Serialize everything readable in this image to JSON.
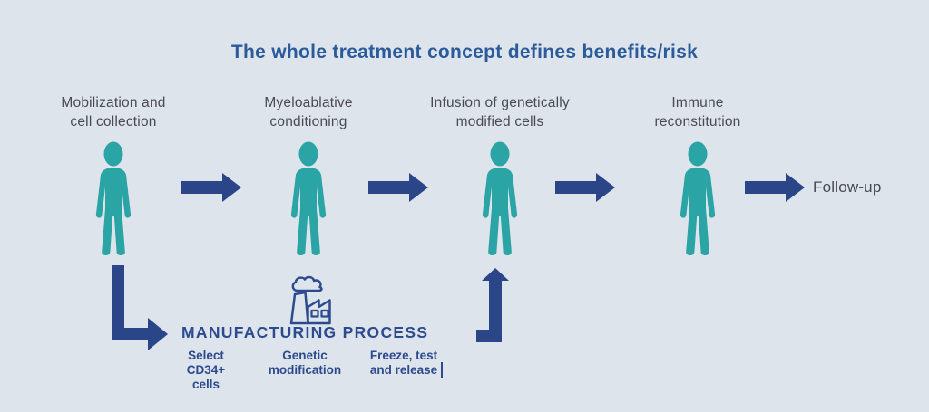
{
  "header": {
    "title": "The whole treatment concept defines benefits/risk"
  },
  "steps": [
    {
      "label": "Mobilization and\ncell collection"
    },
    {
      "label": "Myeloablative\nconditioning"
    },
    {
      "label": "Infusion of genetically\nmodified cells"
    },
    {
      "label": "Immune\nreconstitution"
    }
  ],
  "follow_up": {
    "label": "Follow-up"
  },
  "manufacturing": {
    "title": "MANUFACTURING PROCESS",
    "substeps": [
      {
        "label": "Select\nCD34+\ncells"
      },
      {
        "label": "Genetic\nmodification"
      },
      {
        "label": "Freeze, test\nand release"
      }
    ]
  },
  "icons": {
    "person": "person-icon",
    "factory": "factory-icon",
    "arrow_right": "arrow-right-icon",
    "arrow_down_right": "arrow-down-right-icon",
    "arrow_up": "arrow-up-icon",
    "text_cursor": "text-cursor"
  },
  "colors": {
    "background": "#dee4eb",
    "figure_teal": "#2aa4a5",
    "arrow_navy": "#2b4589",
    "title_blue": "#2b5b9b",
    "manufacturing_navy": "#2c4a8e",
    "label_gray": "#4a4a52"
  }
}
